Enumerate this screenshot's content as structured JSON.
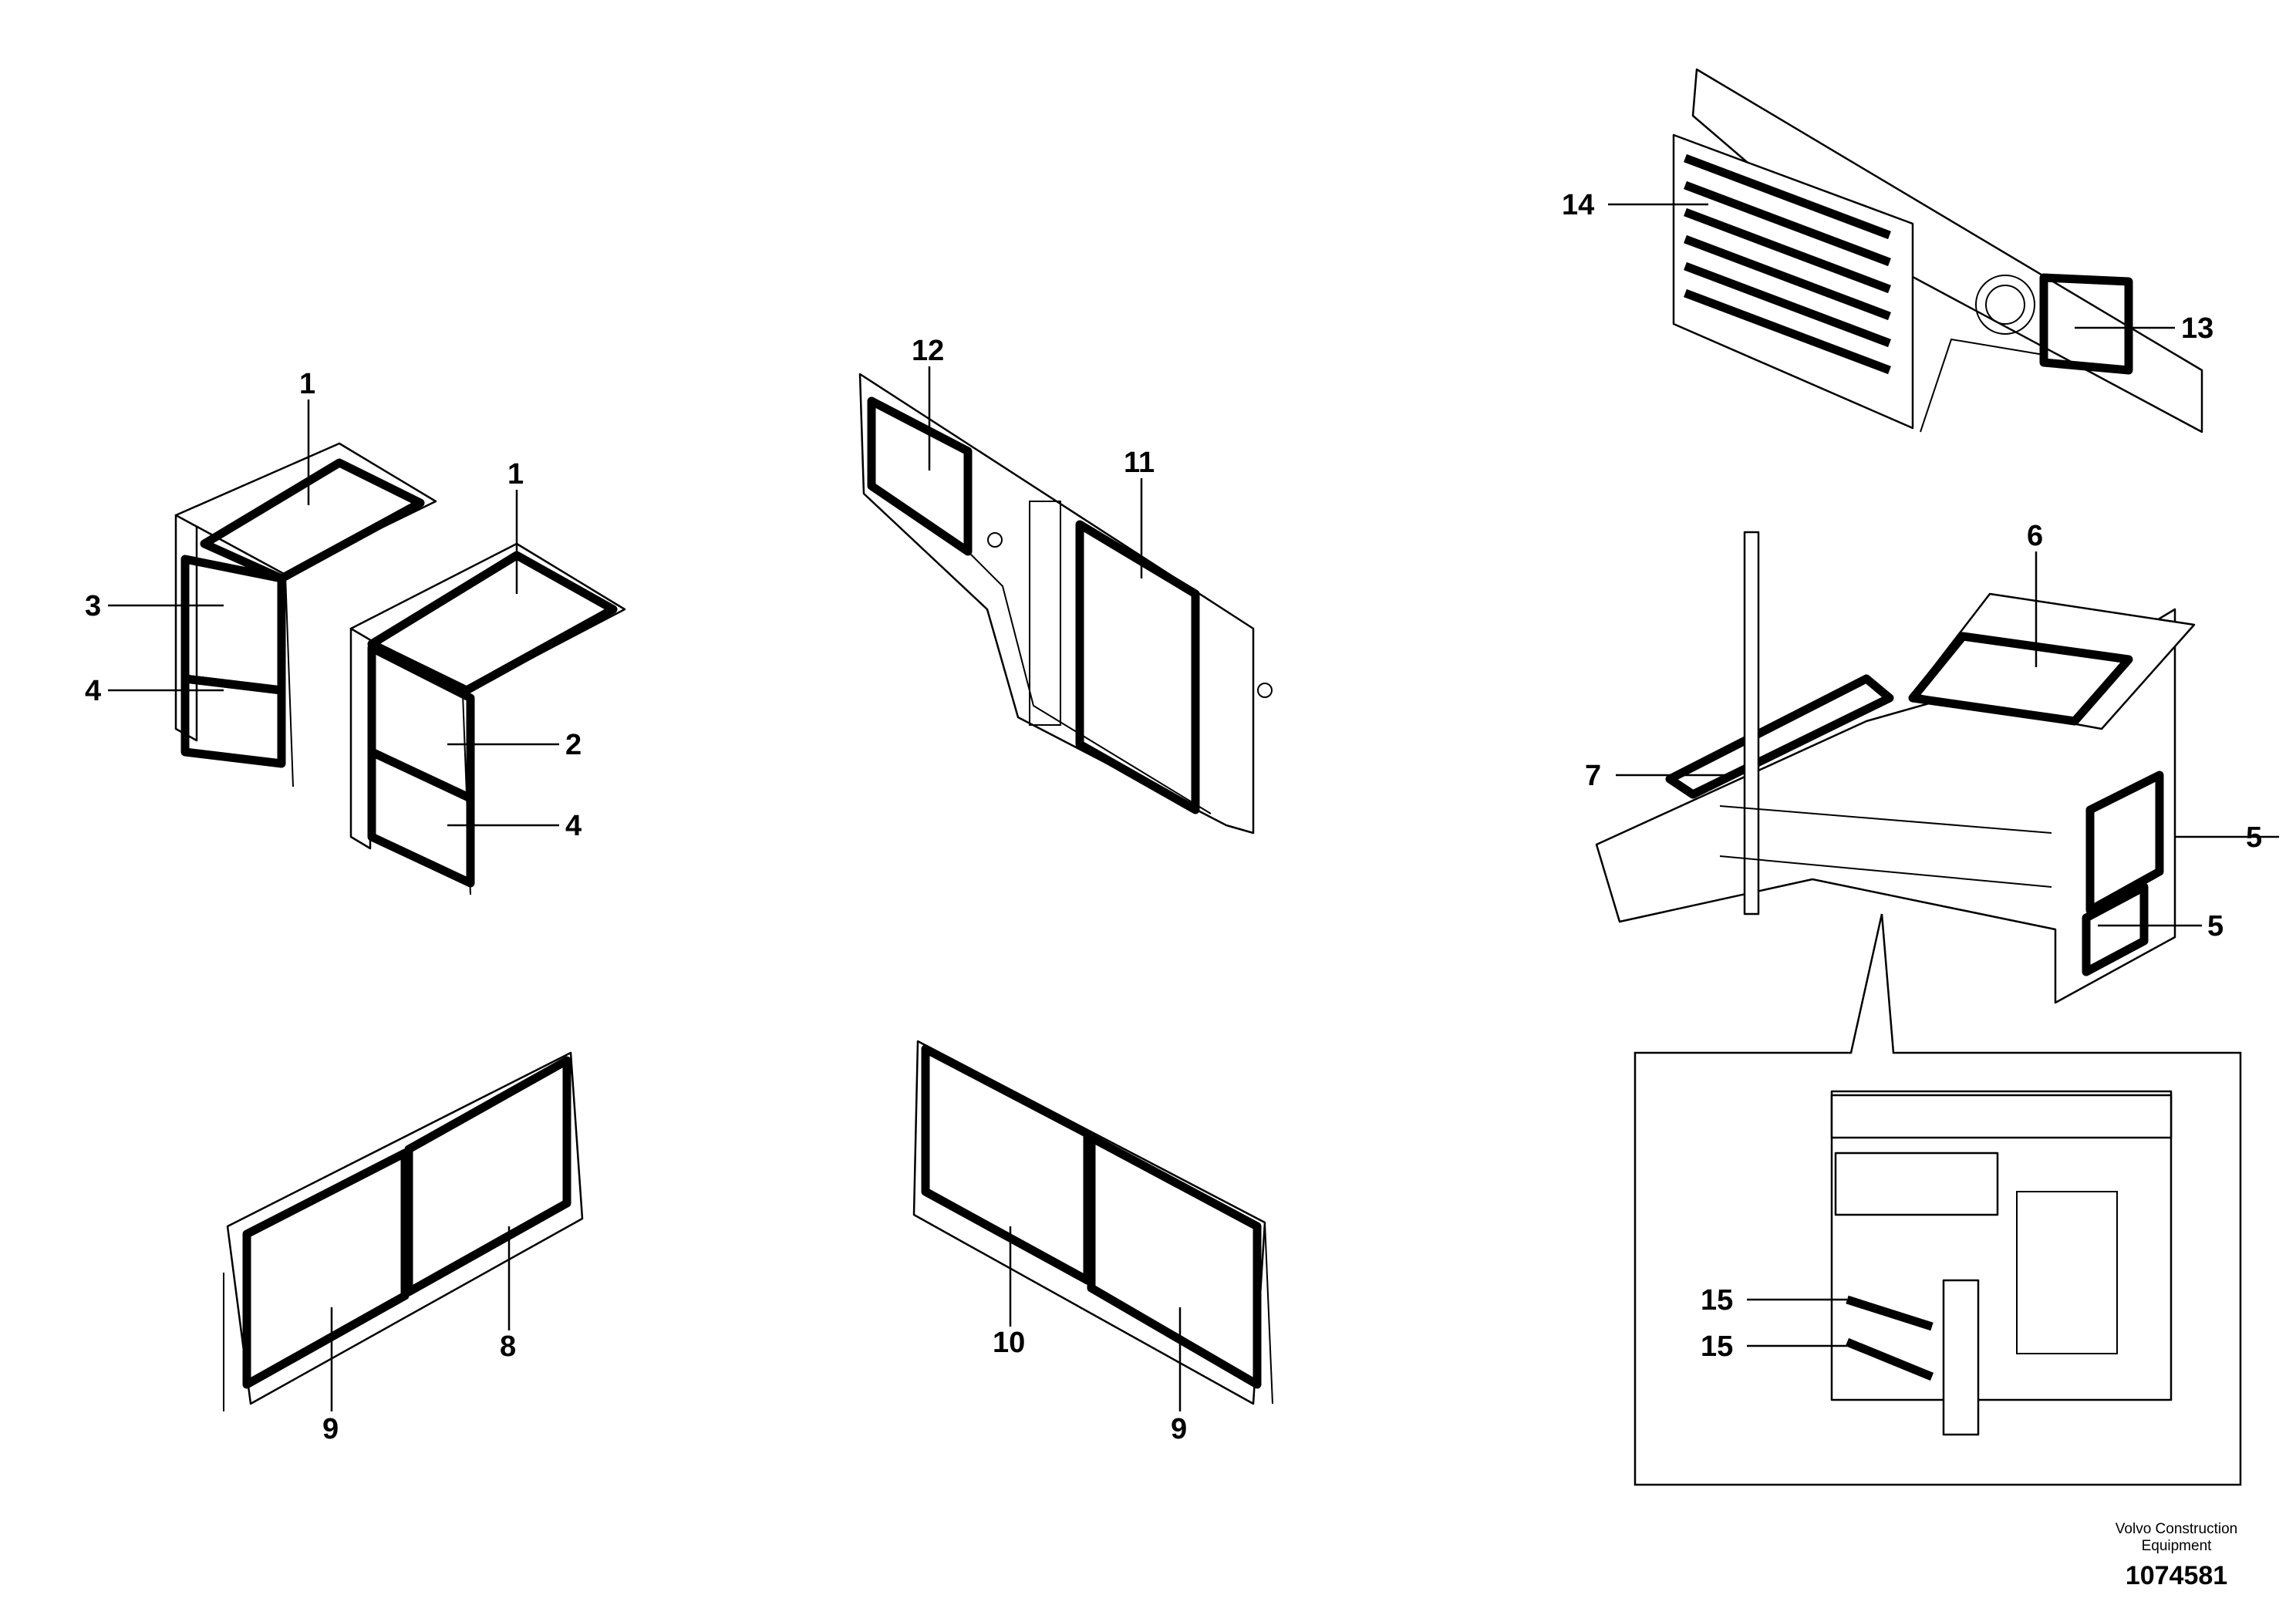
{
  "callouts": {
    "c1a": "1",
    "c1b": "1",
    "c2": "2",
    "c3": "3",
    "c4a": "4",
    "c4b": "4",
    "c5a": "5",
    "c5b": "5",
    "c6": "6",
    "c7": "7",
    "c8": "8",
    "c9a": "9",
    "c9b": "9",
    "c10": "10",
    "c11": "11",
    "c12": "12",
    "c13": "13",
    "c14": "14",
    "c15a": "15",
    "c15b": "15"
  },
  "footer": {
    "maker": "Volvo Construction Equipment",
    "doc_number": "1074581"
  }
}
